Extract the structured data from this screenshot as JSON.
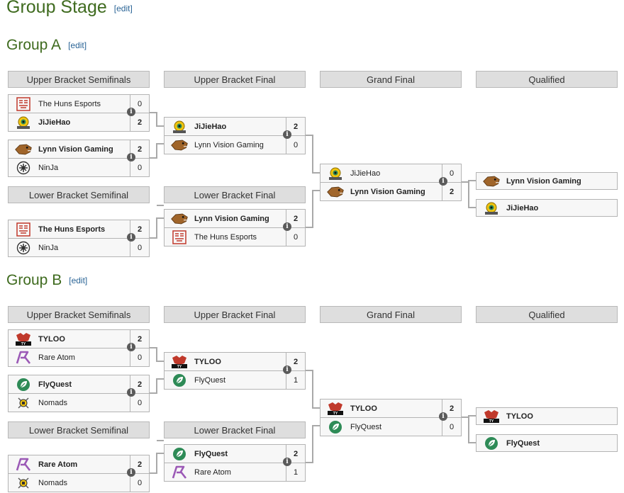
{
  "page": {
    "title": "Group Stage",
    "edit_label": "edit"
  },
  "headers": {
    "ub_semis": "Upper Bracket Semifinals",
    "ub_final": "Upper Bracket Final",
    "grand_final": "Grand Final",
    "qualified": "Qualified",
    "lb_semi": "Lower Bracket Semifinal",
    "lb_final": "Lower Bracket Final"
  },
  "info_glyph": "i",
  "teams": {
    "huns": {
      "name": "The Huns Esports",
      "icon": "huns-logo",
      "color": "#c0392b"
    },
    "jijie": {
      "name": "JiJieHao",
      "icon": "jijiehao-logo",
      "color": "#2e8b57"
    },
    "lynn": {
      "name": "Lynn Vision Gaming",
      "icon": "lynn-vision-logo",
      "color": "#a0652a"
    },
    "ninja": {
      "name": "NinJa",
      "icon": "ninja-logo",
      "color": "#333333"
    },
    "tyloo": {
      "name": "TYLOO",
      "icon": "tyloo-logo",
      "color": "#c0392b"
    },
    "rare": {
      "name": "Rare Atom",
      "icon": "rare-atom-logo",
      "color": "#9b59b6"
    },
    "fly": {
      "name": "FlyQuest",
      "icon": "flyquest-logo",
      "color": "#2e8b57"
    },
    "nomads": {
      "name": "Nomads",
      "icon": "nomads-logo",
      "color": "#d4a017"
    }
  },
  "groups": [
    {
      "title": "Group A",
      "ub_semi_1": [
        {
          "team": "The Huns Esports",
          "score": "0"
        },
        {
          "team": "JiJieHao",
          "score": "2"
        }
      ],
      "ub_semi_2": [
        {
          "team": "Lynn Vision Gaming",
          "score": "2"
        },
        {
          "team": "NinJa",
          "score": "0"
        }
      ],
      "lb_semi": [
        {
          "team": "The Huns Esports",
          "score": "2"
        },
        {
          "team": "NinJa",
          "score": "0"
        }
      ],
      "ub_final": [
        {
          "team": "JiJieHao",
          "score": "2"
        },
        {
          "team": "Lynn Vision Gaming",
          "score": "0"
        }
      ],
      "lb_final": [
        {
          "team": "Lynn Vision Gaming",
          "score": "2"
        },
        {
          "team": "The Huns Esports",
          "score": "0"
        }
      ],
      "grand_final": [
        {
          "team": "JiJieHao",
          "score": "0"
        },
        {
          "team": "Lynn Vision Gaming",
          "score": "2"
        }
      ],
      "qualified": [
        "Lynn Vision Gaming",
        "JiJieHao"
      ]
    },
    {
      "title": "Group B",
      "ub_semi_1": [
        {
          "team": "TYLOO",
          "score": "2"
        },
        {
          "team": "Rare Atom",
          "score": "0"
        }
      ],
      "ub_semi_2": [
        {
          "team": "FlyQuest",
          "score": "2"
        },
        {
          "team": "Nomads",
          "score": "0"
        }
      ],
      "lb_semi": [
        {
          "team": "Rare Atom",
          "score": "2"
        },
        {
          "team": "Nomads",
          "score": "0"
        }
      ],
      "ub_final": [
        {
          "team": "TYLOO",
          "score": "2"
        },
        {
          "team": "FlyQuest",
          "score": "1"
        }
      ],
      "lb_final": [
        {
          "team": "FlyQuest",
          "score": "2"
        },
        {
          "team": "Rare Atom",
          "score": "1"
        }
      ],
      "grand_final": [
        {
          "team": "TYLOO",
          "score": "2"
        },
        {
          "team": "FlyQuest",
          "score": "0"
        }
      ],
      "qualified": [
        "TYLOO",
        "FlyQuest"
      ]
    }
  ]
}
